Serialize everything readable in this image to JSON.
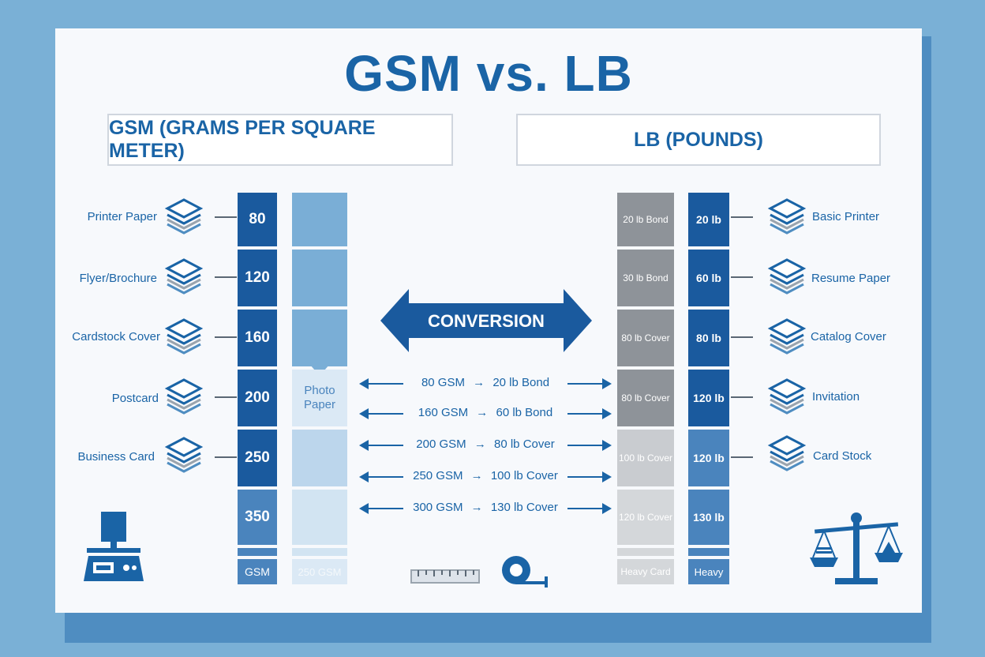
{
  "title": "GSM vs. LB",
  "headers": {
    "gsm": "GSM (GRAMS PER SQUARE METER)",
    "lb": "LB (POUNDS)"
  },
  "conversion_label": "CONVERSION",
  "left_labels": [
    "Printer Paper",
    "Flyer/Brochure",
    "Cardstock Cover",
    "Postcard",
    "Business Card"
  ],
  "right_labels": [
    "Basic Printer",
    "Resume Paper",
    "Catalog Cover",
    "Invitation",
    "Card Stock"
  ],
  "gsm_values": [
    "80",
    "120",
    "160",
    "200",
    "250",
    "350"
  ],
  "gsm_footer": "GSM",
  "photo_paper": "Photo Paper",
  "photo_footer": "250 GSM",
  "lb_grey": [
    "20 lb Bond",
    "30 lb Bond",
    "80 lb Cover",
    "80 lb Cover",
    "100 lb Cover",
    "120 lb Cover"
  ],
  "lb_grey_footer": "Heavy Card",
  "lb_values": [
    "20 lb",
    "60 lb",
    "80 lb",
    "120 lb",
    "120 lb",
    "130 lb"
  ],
  "lb_footer": "Heavy",
  "conversions": [
    {
      "from": "80 GSM",
      "to": "20 lb Bond"
    },
    {
      "from": "160 GSM",
      "to": "60 lb Bond"
    },
    {
      "from": "200 GSM",
      "to": "80 lb Cover"
    },
    {
      "from": "250 GSM",
      "to": "100 lb Cover"
    },
    {
      "from": "300 GSM",
      "to": "130 lb Cover"
    }
  ],
  "icons": {
    "left_rows": "paper-stack-icon",
    "right_rows": "paper-stack-icon",
    "bottom_left": "scale-icon",
    "bottom_center": "ruler-icon",
    "bottom_center_2": "tape-measure-icon",
    "bottom_right": "balance-scale-icon"
  },
  "colors": {
    "brand_blue": "#1a64a6",
    "background": "#7ab0d6",
    "grey_column": "#8e9399"
  }
}
